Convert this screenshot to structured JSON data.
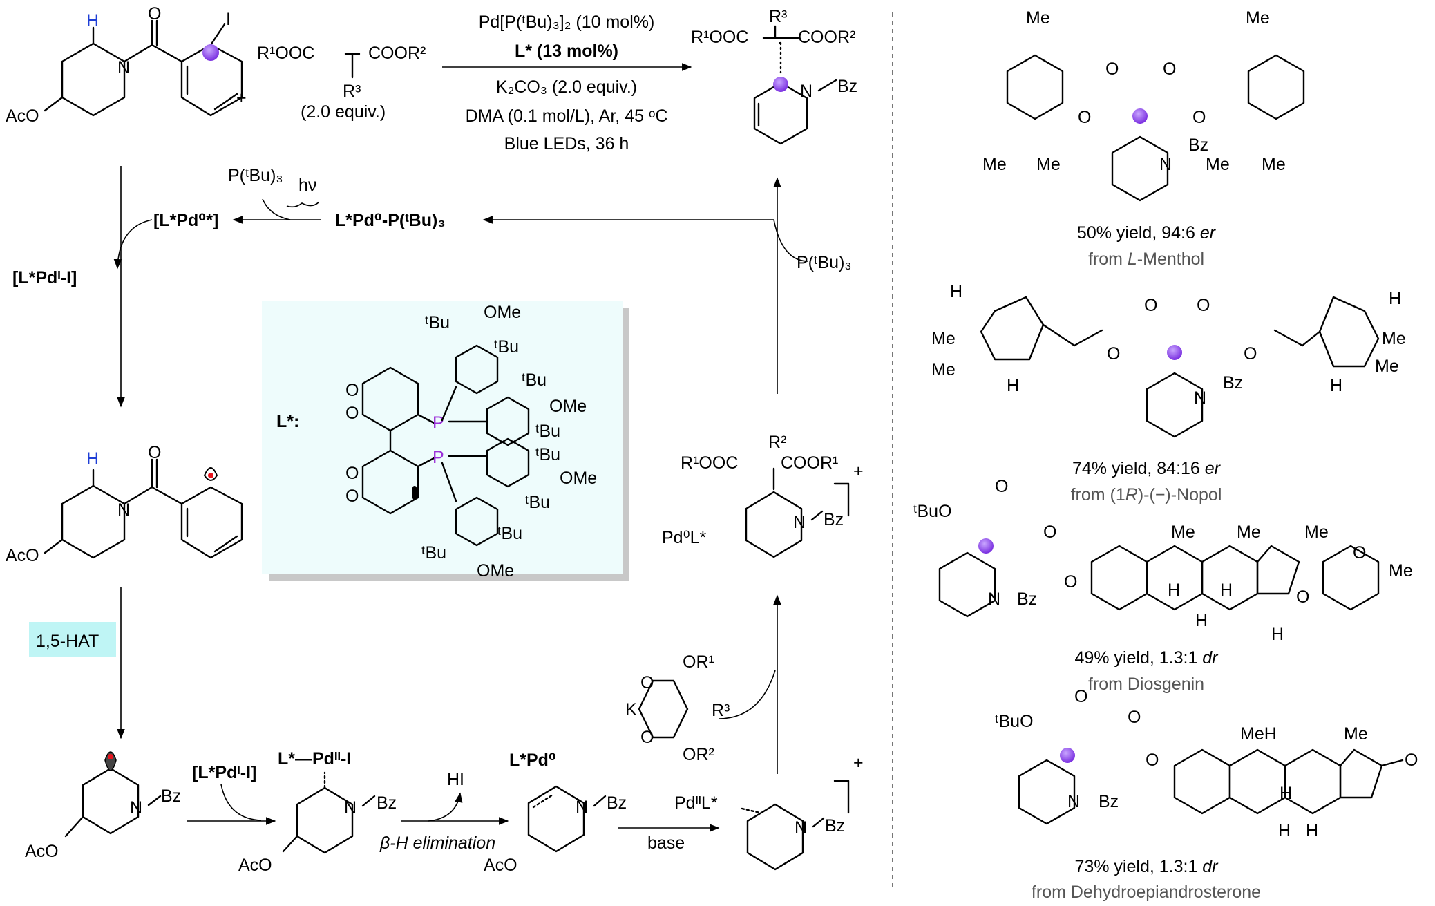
{
  "colors": {
    "radical_center": "#8a3ee8",
    "phosphorus": "#9b30d9",
    "migrating_h": "#1f3fd6",
    "hat_highlight": "#bff5f5",
    "ligand_box": "#eefcfc",
    "radical_dot": "#e8141e",
    "caption_grey": "#555555"
  },
  "top_reaction": {
    "substrate": {
      "h": "H",
      "o": "O",
      "i": "I",
      "n": "N",
      "aco": "AcO"
    },
    "plus": "+",
    "malonate": {
      "left": "R¹OOC",
      "right": "COOR²",
      "r3": "R³",
      "equiv": "(2.0 equiv.)"
    },
    "conditions": {
      "catalyst": "Pd[P(ᵗBu)₃]₂ (10 mol%)",
      "ligand": "L* (13 mol%)",
      "base": "K₂CO₃ (2.0 equiv.)",
      "solvent": "DMA (0.1 mol/L), Ar, 45 ᵒC",
      "light": "Blue LEDs, 36 h"
    },
    "product": {
      "left": "R¹OOC",
      "right": "COOR²",
      "r3": "R³",
      "n": "N",
      "bz": "Bz"
    }
  },
  "cycle": {
    "ptbu3_hv": "P(ᵗBu)₃",
    "hv": "hν",
    "excited": "[L*Pd⁰*]",
    "pd0_complex": "L*Pd⁰-P(ᵗBu)₃",
    "pdI_iodide": "[L*Pdᴵ-I]",
    "ptbu3_right": "P(ᵗBu)₃",
    "hat": "1,5-HAT",
    "aryl_radical": {
      "h": "H",
      "o": "O",
      "n": "N",
      "aco": "AcO"
    },
    "alkyl_radical": {
      "n": "N",
      "bz": "Bz",
      "aco": "AcO"
    },
    "pdI_top": "[L*Pdᴵ-I]",
    "pdII_label": "L*—Pdᴵᴵ-I",
    "pdII_complex": {
      "n": "N",
      "bz": "Bz",
      "aco": "AcO"
    },
    "hi": "HI",
    "beta_h": "β-H elimination",
    "pd0_alkene": {
      "label": "L*Pd⁰",
      "n": "N",
      "bz": "Bz",
      "aco": "AcO"
    },
    "base": "base",
    "pi_allyl": {
      "label": "PdᴵᴵL*",
      "n": "N",
      "bz": "Bz",
      "charge": "+"
    },
    "enolate": {
      "k": "K",
      "o1": "O",
      "o2": "O",
      "or1": "OR¹",
      "or2": "OR²",
      "r3": "R³"
    },
    "coupled": {
      "left": "R¹OOC",
      "right": "COOR¹",
      "r2": "R²",
      "n": "N",
      "bz": "Bz",
      "pd": "Pd⁰L*",
      "charge": "+"
    }
  },
  "ligand": {
    "label": "L*:",
    "p": "P",
    "tbu": "ᵗBu",
    "ome": "OMe",
    "o": "O"
  },
  "examples": [
    {
      "yield": "50% yield, 94:6 ",
      "sel": "er",
      "source_pre": "from ",
      "source_it": "L",
      "source_post": "-Menthol",
      "labels": {
        "me": "Me",
        "o": "O",
        "n": "N",
        "bz": "Bz"
      }
    },
    {
      "yield": "74% yield, 84:16 ",
      "sel": "er",
      "source_pre": "from (1",
      "source_it": "R",
      "source_post": ")-(−)-Nopol",
      "labels": {
        "h": "H",
        "me": "Me",
        "o": "O",
        "n": "N",
        "bz": "Bz"
      }
    },
    {
      "yield": "49% yield, 1.3:1 ",
      "sel": "dr",
      "source_pre": "from Diosgenin",
      "source_it": "",
      "source_post": "",
      "labels": {
        "tbuo": "ᵗBuO",
        "me": "Me",
        "h": "H",
        "o": "O",
        "n": "N",
        "bz": "Bz"
      }
    },
    {
      "yield": "73% yield, 1.3:1 ",
      "sel": "dr",
      "source_pre": "from Dehydroepiandrosterone",
      "source_it": "",
      "source_post": "",
      "labels": {
        "tbuo": "ᵗBuO",
        "me": "Me",
        "meh": "MeH",
        "h": "H",
        "o": "O",
        "n": "N",
        "bz": "Bz"
      }
    }
  ]
}
